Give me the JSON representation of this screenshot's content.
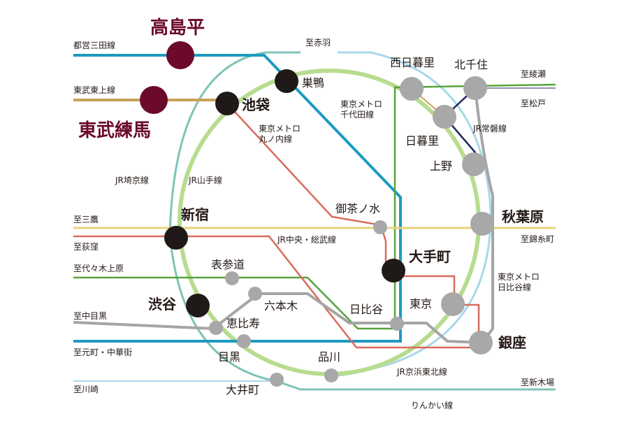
{
  "colors": {
    "mita": "#1d9bc1",
    "tobu": "#c8a15a",
    "yamanote": "#b8dc8f",
    "saikyo": "#7ec4b7",
    "keihin": "#a9d8ea",
    "chiyoda": "#56a43c",
    "marunouchi": "#d86c5e",
    "chuo": "#e8d27c",
    "hibiya": "#a5a5a5",
    "joban": "#1c2a5c",
    "highlight": "#6b0a2a",
    "station_black": "#1f1a17",
    "station_gray": "#a8a8a8"
  },
  "highlight_stations": {
    "takashimadaira": "高島平",
    "tobu_nerima": "東武練馬"
  },
  "stations": {
    "sugamo": "巣鴨",
    "ikebukuro": "池袋",
    "shinjuku": "新宿",
    "shibuya": "渋谷",
    "ebisu": "恵比寿",
    "meguro": "目黒",
    "omotesando": "表参道",
    "roppongi": "六本木",
    "hibiya": "日比谷",
    "shinagawa": "品川",
    "oimachi": "大井町",
    "ochanomizu": "御茶ノ水",
    "otemachi": "大手町",
    "tokyo": "東京",
    "ginza": "銀座",
    "akihabara": "秋葉原",
    "ueno": "上野",
    "nippori": "日暮里",
    "nishinippori": "西日暮里",
    "kitasenju": "北千住"
  },
  "line_names": {
    "mita": "都営三田線",
    "tobu_tojo": "東武東上線",
    "saikyo": "JR埼京線",
    "yamanote": "JR山手線",
    "marunouchi": "東京メトロ\n丸ノ内線",
    "chiyoda": "東京メトロ\n千代田線",
    "joban": "JR常磐線",
    "chuo_sobu": "JR中央・総武線",
    "hibiya": "東京メトロ\n日比谷線",
    "keihin_tohoku": "JR京浜東北線",
    "rinkai": "りんかい線"
  },
  "directions": {
    "akabane": "至赤羽",
    "ayase": "至綾瀬",
    "matsudo": "至松戸",
    "mitaka": "至三鷹",
    "ogikubo": "至荻窪",
    "yoyogiuehara": "至代々木上原",
    "nakameguro": "至中目黒",
    "motomachi": "至元町・中華街",
    "kawasaki": "至川崎",
    "kinshicho": "至錦糸町",
    "shinkiba": "至新木場"
  }
}
